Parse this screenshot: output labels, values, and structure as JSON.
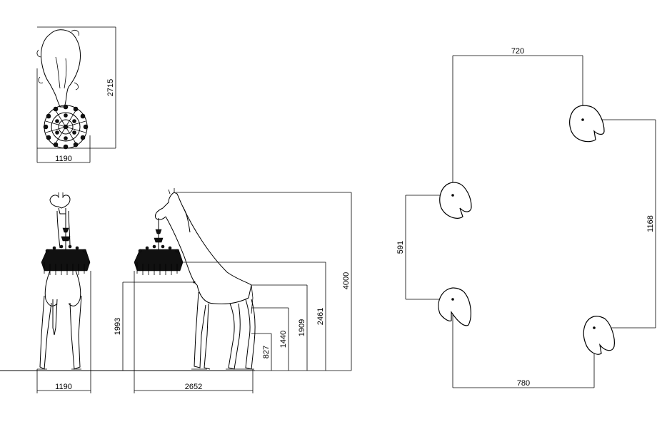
{
  "plan_view": {
    "height": "2715",
    "width": "1190"
  },
  "front_view": {
    "width": "1190"
  },
  "side_view": {
    "width": "2652",
    "heights": [
      "1993",
      "827",
      "1440",
      "1909",
      "2461",
      "4000"
    ]
  },
  "hole_layout": {
    "top_width": "720",
    "bottom_width": "780",
    "left_height": "591",
    "right_height": "1168"
  },
  "colors": {
    "line": "#000000",
    "background": "#ffffff"
  }
}
